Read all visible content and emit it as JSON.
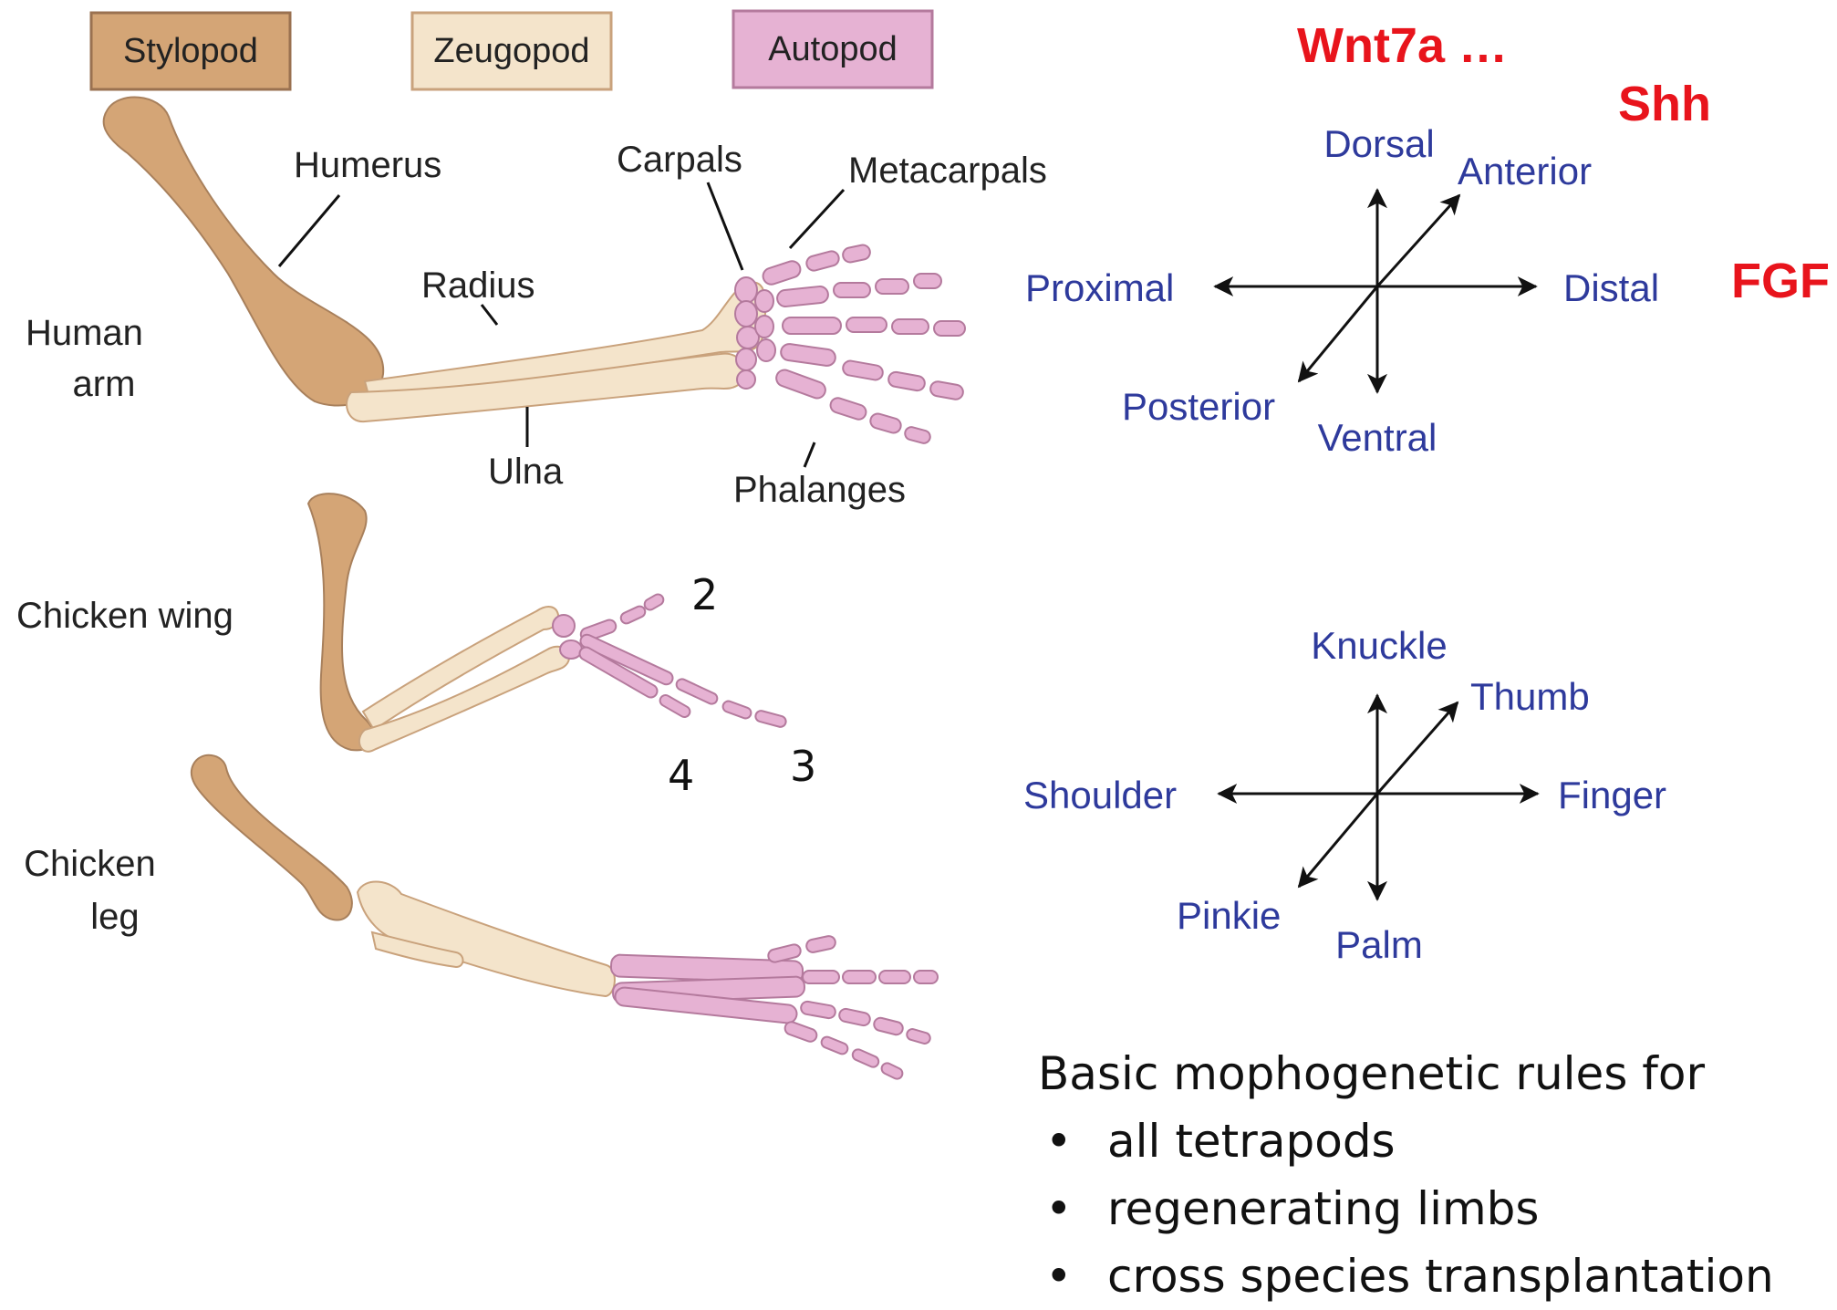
{
  "legend": {
    "stylopod": "Stylopod",
    "zeugopod": "Zeugopod",
    "autopod": "Autopod"
  },
  "colors": {
    "stylopod": "#d4a576",
    "zeugopod": "#f4e4cb",
    "autopod": "#e6b2d3",
    "axis_text": "#2e3a9c",
    "signal_text": "#e8141c"
  },
  "limbs": {
    "human_arm": "Human\narm",
    "chicken_wing": "Chicken wing",
    "chicken_leg": "Chicken\nleg"
  },
  "bone_labels": {
    "humerus": "Humerus",
    "radius": "Radius",
    "ulna": "Ulna",
    "carpals": "Carpals",
    "metacarpals": "Metacarpals",
    "phalanges": "Phalanges"
  },
  "digits": {
    "d2": "2",
    "d3": "3",
    "d4": "4"
  },
  "signals": {
    "wnt": "Wnt7a …",
    "shh": "Shh",
    "fgf": "FGF"
  },
  "axes_top": {
    "up": "Dorsal",
    "down": "Ventral",
    "left": "Proximal",
    "right": "Distal",
    "diag_up": "Anterior",
    "diag_down": "Posterior"
  },
  "axes_bottom": {
    "up": "Knuckle",
    "down": "Palm",
    "left": "Shoulder",
    "right": "Finger",
    "diag_up": "Thumb",
    "diag_down": "Pinkie"
  },
  "rules": {
    "heading": "Basic mophogenetic rules for",
    "bullet": "•",
    "items": [
      "all tetrapods",
      "regenerating limbs",
      "cross species transplantation"
    ]
  }
}
